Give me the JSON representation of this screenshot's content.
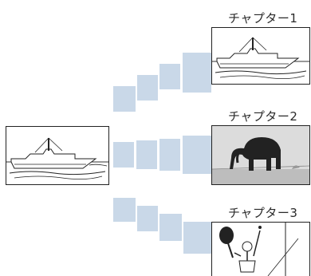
{
  "chapters": [
    {
      "label": "チャプター1",
      "subject": "boat"
    },
    {
      "label": "チャプター2",
      "subject": "elephant"
    },
    {
      "label": "チャプター3",
      "subject": "tennis-player"
    }
  ],
  "source": {
    "subject": "boat"
  },
  "colors": {
    "block": "#c9d8e8",
    "frame": "#222222",
    "label": "#2a2a2a"
  }
}
